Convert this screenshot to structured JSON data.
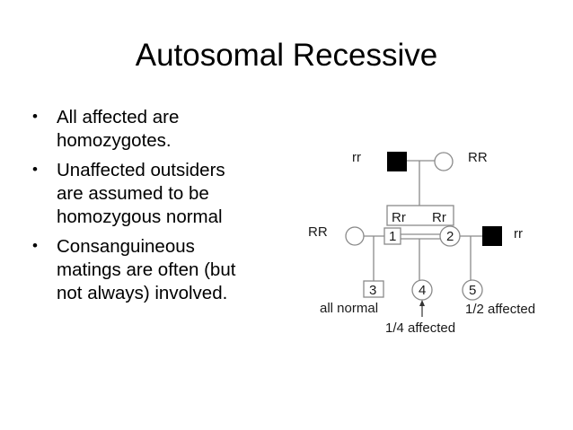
{
  "slide": {
    "title": "Autosomal Recessive",
    "bullets": [
      {
        "lines": [
          "All affected are",
          "homozygotes."
        ]
      },
      {
        "lines": [
          "Unaffected outsiders",
          "are assumed to be",
          "homozygous normal"
        ]
      },
      {
        "lines": [
          "Consanguineous",
          "matings are often (but",
          "not always) involved."
        ]
      }
    ]
  },
  "pedigree": {
    "gen1_father_genotype": "rr",
    "gen1_mother_genotype": "RR",
    "gen2_child1_genotype": "Rr",
    "gen2_child2_genotype": "Rr",
    "gen2_left_spouse_genotype": "RR",
    "gen2_right_spouse_genotype": "rr",
    "individual_1": "1",
    "individual_2": "2",
    "individual_3": "3",
    "individual_4": "4",
    "individual_5": "5",
    "label_all_normal": "all normal",
    "label_quarter_affected": "1/4 affected",
    "label_half_affected": "1/2 affected",
    "colors": {
      "affected": "#000000",
      "lines": "#8a8a8a"
    }
  }
}
